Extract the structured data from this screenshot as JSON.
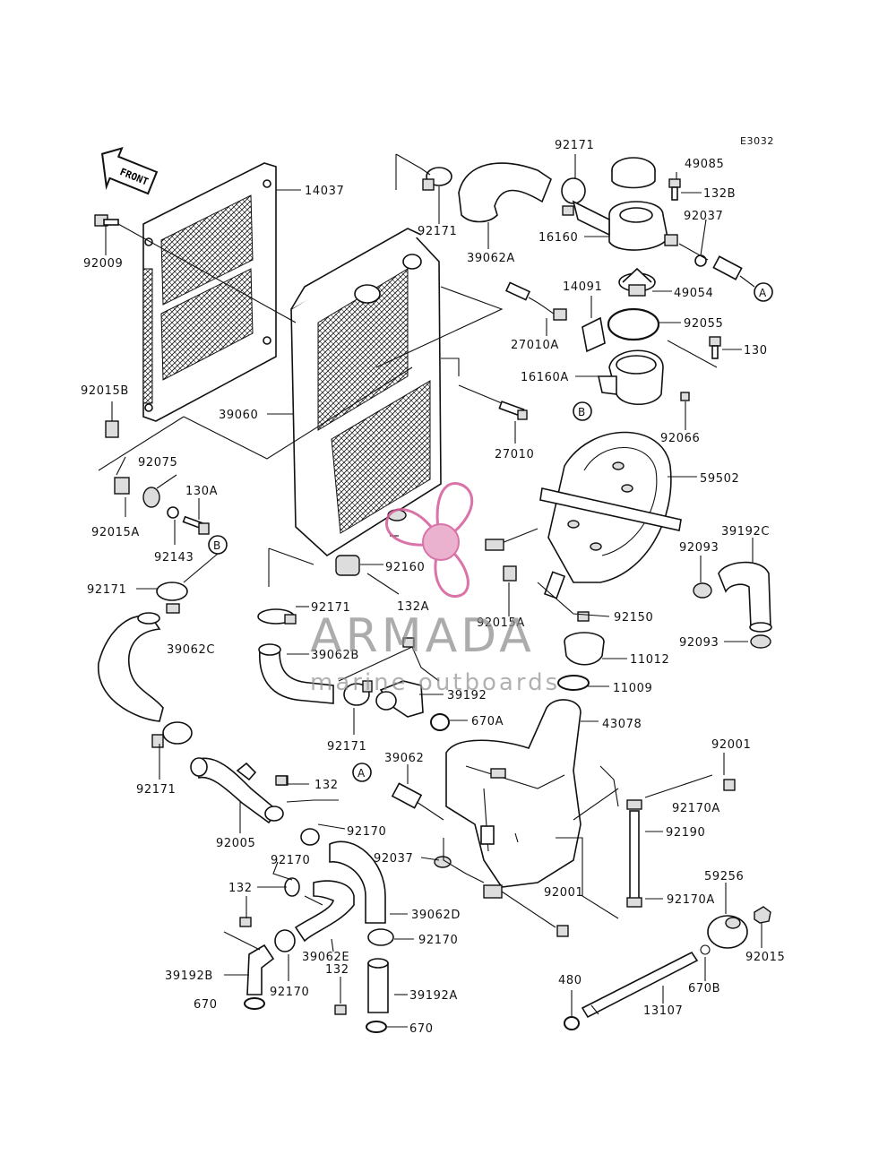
{
  "diagram_code": "E3032",
  "front_label": "FRONT",
  "watermark": {
    "brand": "ARMADA",
    "tagline": "marine outboards",
    "color": "#d35b9a"
  },
  "labels": {
    "l_14037": "14037",
    "l_92009": "92009",
    "l_92015B": "92015B",
    "l_39060": "39060",
    "l_92075": "92075",
    "l_130A": "130A",
    "l_92143": "92143",
    "l_92015A_1": "92015A",
    "l_B_1": "B",
    "l_92171_a": "92171",
    "l_39062C": "39062C",
    "l_92171_b": "92171",
    "l_92005": "92005",
    "l_92171_top1": "92171",
    "l_92171_top2": "92171",
    "l_39062A": "39062A",
    "l_92171_r": "92171",
    "l_49085": "49085",
    "l_132B": "132B",
    "l_92037_t": "92037",
    "l_16160": "16160",
    "l_A_1": "A",
    "l_14091": "14091",
    "l_49054": "49054",
    "l_27010A": "27010A",
    "l_92055": "92055",
    "l_130": "130",
    "l_16160A": "16160A",
    "l_B_2": "B",
    "l_92066": "92066",
    "l_27010": "27010",
    "l_59502": "59502",
    "l_92160": "92160",
    "l_92171_c": "92171",
    "l_132A": "132A",
    "l_92015A_2": "92015A",
    "l_92150": "92150",
    "l_39192C": "39192C",
    "l_92093_1": "92093",
    "l_92093_2": "92093",
    "l_39062B": "39062B",
    "l_11012": "11012",
    "l_11009": "11009",
    "l_39192": "39192",
    "l_670A": "670A",
    "l_92171_d": "92171",
    "l_43078": "43078",
    "l_39062": "39062",
    "l_A_2": "A",
    "l_92001_1": "92001",
    "l_92170A_1": "92170A",
    "l_92190": "92190",
    "l_92037_b": "92037",
    "l_92001_2": "92001",
    "l_92170A_2": "92170A",
    "l_132_a": "132",
    "l_92170_a": "92170",
    "l_92170_b": "92170",
    "l_132_b": "132",
    "l_39062D": "39062D",
    "l_92170_c": "92170",
    "l_39062E": "39062E",
    "l_39192B": "39192B",
    "l_132_c": "132",
    "l_92170_d": "92170",
    "l_670_1": "670",
    "l_39192A": "39192A",
    "l_670_2": "670",
    "l_59256": "59256",
    "l_92015": "92015",
    "l_670B": "670B",
    "l_480": "480",
    "l_13107": "13107"
  }
}
